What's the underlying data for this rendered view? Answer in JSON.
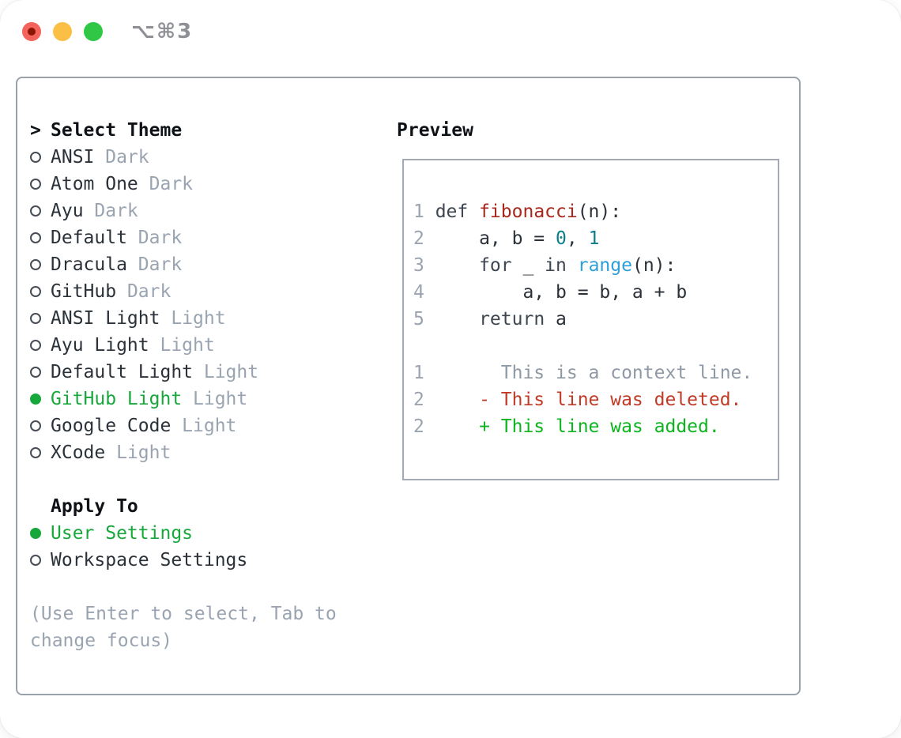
{
  "window": {
    "title": "⌥⌘3",
    "traffic_lights": [
      {
        "name": "close",
        "color": "#f4645c",
        "has_inner_dot": true
      },
      {
        "name": "minimize",
        "color": "#fbbf45",
        "has_inner_dot": false
      },
      {
        "name": "zoom",
        "color": "#2fc744",
        "has_inner_dot": false
      }
    ]
  },
  "theme_picker": {
    "prompt": ">",
    "heading": "Select Theme",
    "items": [
      {
        "name": "ANSI",
        "variant": "Dark",
        "selected": false
      },
      {
        "name": "Atom One",
        "variant": "Dark",
        "selected": false
      },
      {
        "name": "Ayu",
        "variant": "Dark",
        "selected": false
      },
      {
        "name": "Default",
        "variant": "Dark",
        "selected": false
      },
      {
        "name": "Dracula",
        "variant": "Dark",
        "selected": false
      },
      {
        "name": "GitHub",
        "variant": "Dark",
        "selected": false
      },
      {
        "name": "ANSI Light",
        "variant": "Light",
        "selected": false
      },
      {
        "name": "Ayu Light",
        "variant": "Light",
        "selected": false
      },
      {
        "name": "Default Light",
        "variant": "Light",
        "selected": false
      },
      {
        "name": "GitHub Light",
        "variant": "Light",
        "selected": true
      },
      {
        "name": "Google Code",
        "variant": "Light",
        "selected": false
      },
      {
        "name": "XCode",
        "variant": "Light",
        "selected": false
      }
    ],
    "apply_to": {
      "heading": "Apply To",
      "options": [
        {
          "label": "User Settings",
          "selected": true
        },
        {
          "label": "Workspace Settings",
          "selected": false
        }
      ]
    },
    "hint": "(Use Enter to select, Tab to change focus)"
  },
  "preview": {
    "heading": "Preview",
    "lines": [
      {
        "num": "1",
        "tokens": [
          {
            "t": "def ",
            "c": "keyword"
          },
          {
            "t": "fibonacci",
            "c": "function"
          },
          {
            "t": "(n):",
            "c": "plain"
          }
        ]
      },
      {
        "num": "2",
        "tokens": [
          {
            "t": "    a, b = ",
            "c": "plain"
          },
          {
            "t": "0",
            "c": "number"
          },
          {
            "t": ", ",
            "c": "plain"
          },
          {
            "t": "1",
            "c": "number"
          }
        ]
      },
      {
        "num": "3",
        "tokens": [
          {
            "t": "    ",
            "c": "plain"
          },
          {
            "t": "for",
            "c": "keyword"
          },
          {
            "t": " _ ",
            "c": "plain"
          },
          {
            "t": "in",
            "c": "keyword"
          },
          {
            "t": " ",
            "c": "plain"
          },
          {
            "t": "range",
            "c": "builtin"
          },
          {
            "t": "(n):",
            "c": "plain"
          }
        ]
      },
      {
        "num": "4",
        "tokens": [
          {
            "t": "        a, b = b, a + b",
            "c": "plain"
          }
        ]
      },
      {
        "num": "5",
        "tokens": [
          {
            "t": "    ",
            "c": "plain"
          },
          {
            "t": "return",
            "c": "keyword"
          },
          {
            "t": " a",
            "c": "plain"
          }
        ]
      },
      {
        "num": "",
        "tokens": []
      },
      {
        "num": "1",
        "tokens": [
          {
            "t": "      This is a context line.",
            "c": "context"
          }
        ]
      },
      {
        "num": "2",
        "tokens": [
          {
            "t": "    - This line was deleted.",
            "c": "deleted"
          }
        ]
      },
      {
        "num": "2",
        "tokens": [
          {
            "t": "    + This line was added.",
            "c": "added"
          }
        ]
      }
    ]
  },
  "colors": {
    "accent_green": "#17a83b",
    "text_dark": "#2b3138",
    "heading_black": "#0e1216",
    "muted": "#9aa4b1",
    "panel_border": "#99a1ab",
    "box_border": "#a3aab4",
    "code_keyword": "#3e4650",
    "code_plain": "#2b3138",
    "code_function": "#a8281c",
    "code_number": "#0c7f8c",
    "code_builtin": "#2d9fd9",
    "diff_deleted": "#c23a26",
    "diff_added": "#0eb41f",
    "context_gray": "#8f99a5",
    "titlebar_text": "#8e9095",
    "traffic_red": "#f4645c",
    "traffic_red_dot": "#8c1507",
    "traffic_yellow": "#fbbf45",
    "traffic_green": "#2fc744"
  }
}
